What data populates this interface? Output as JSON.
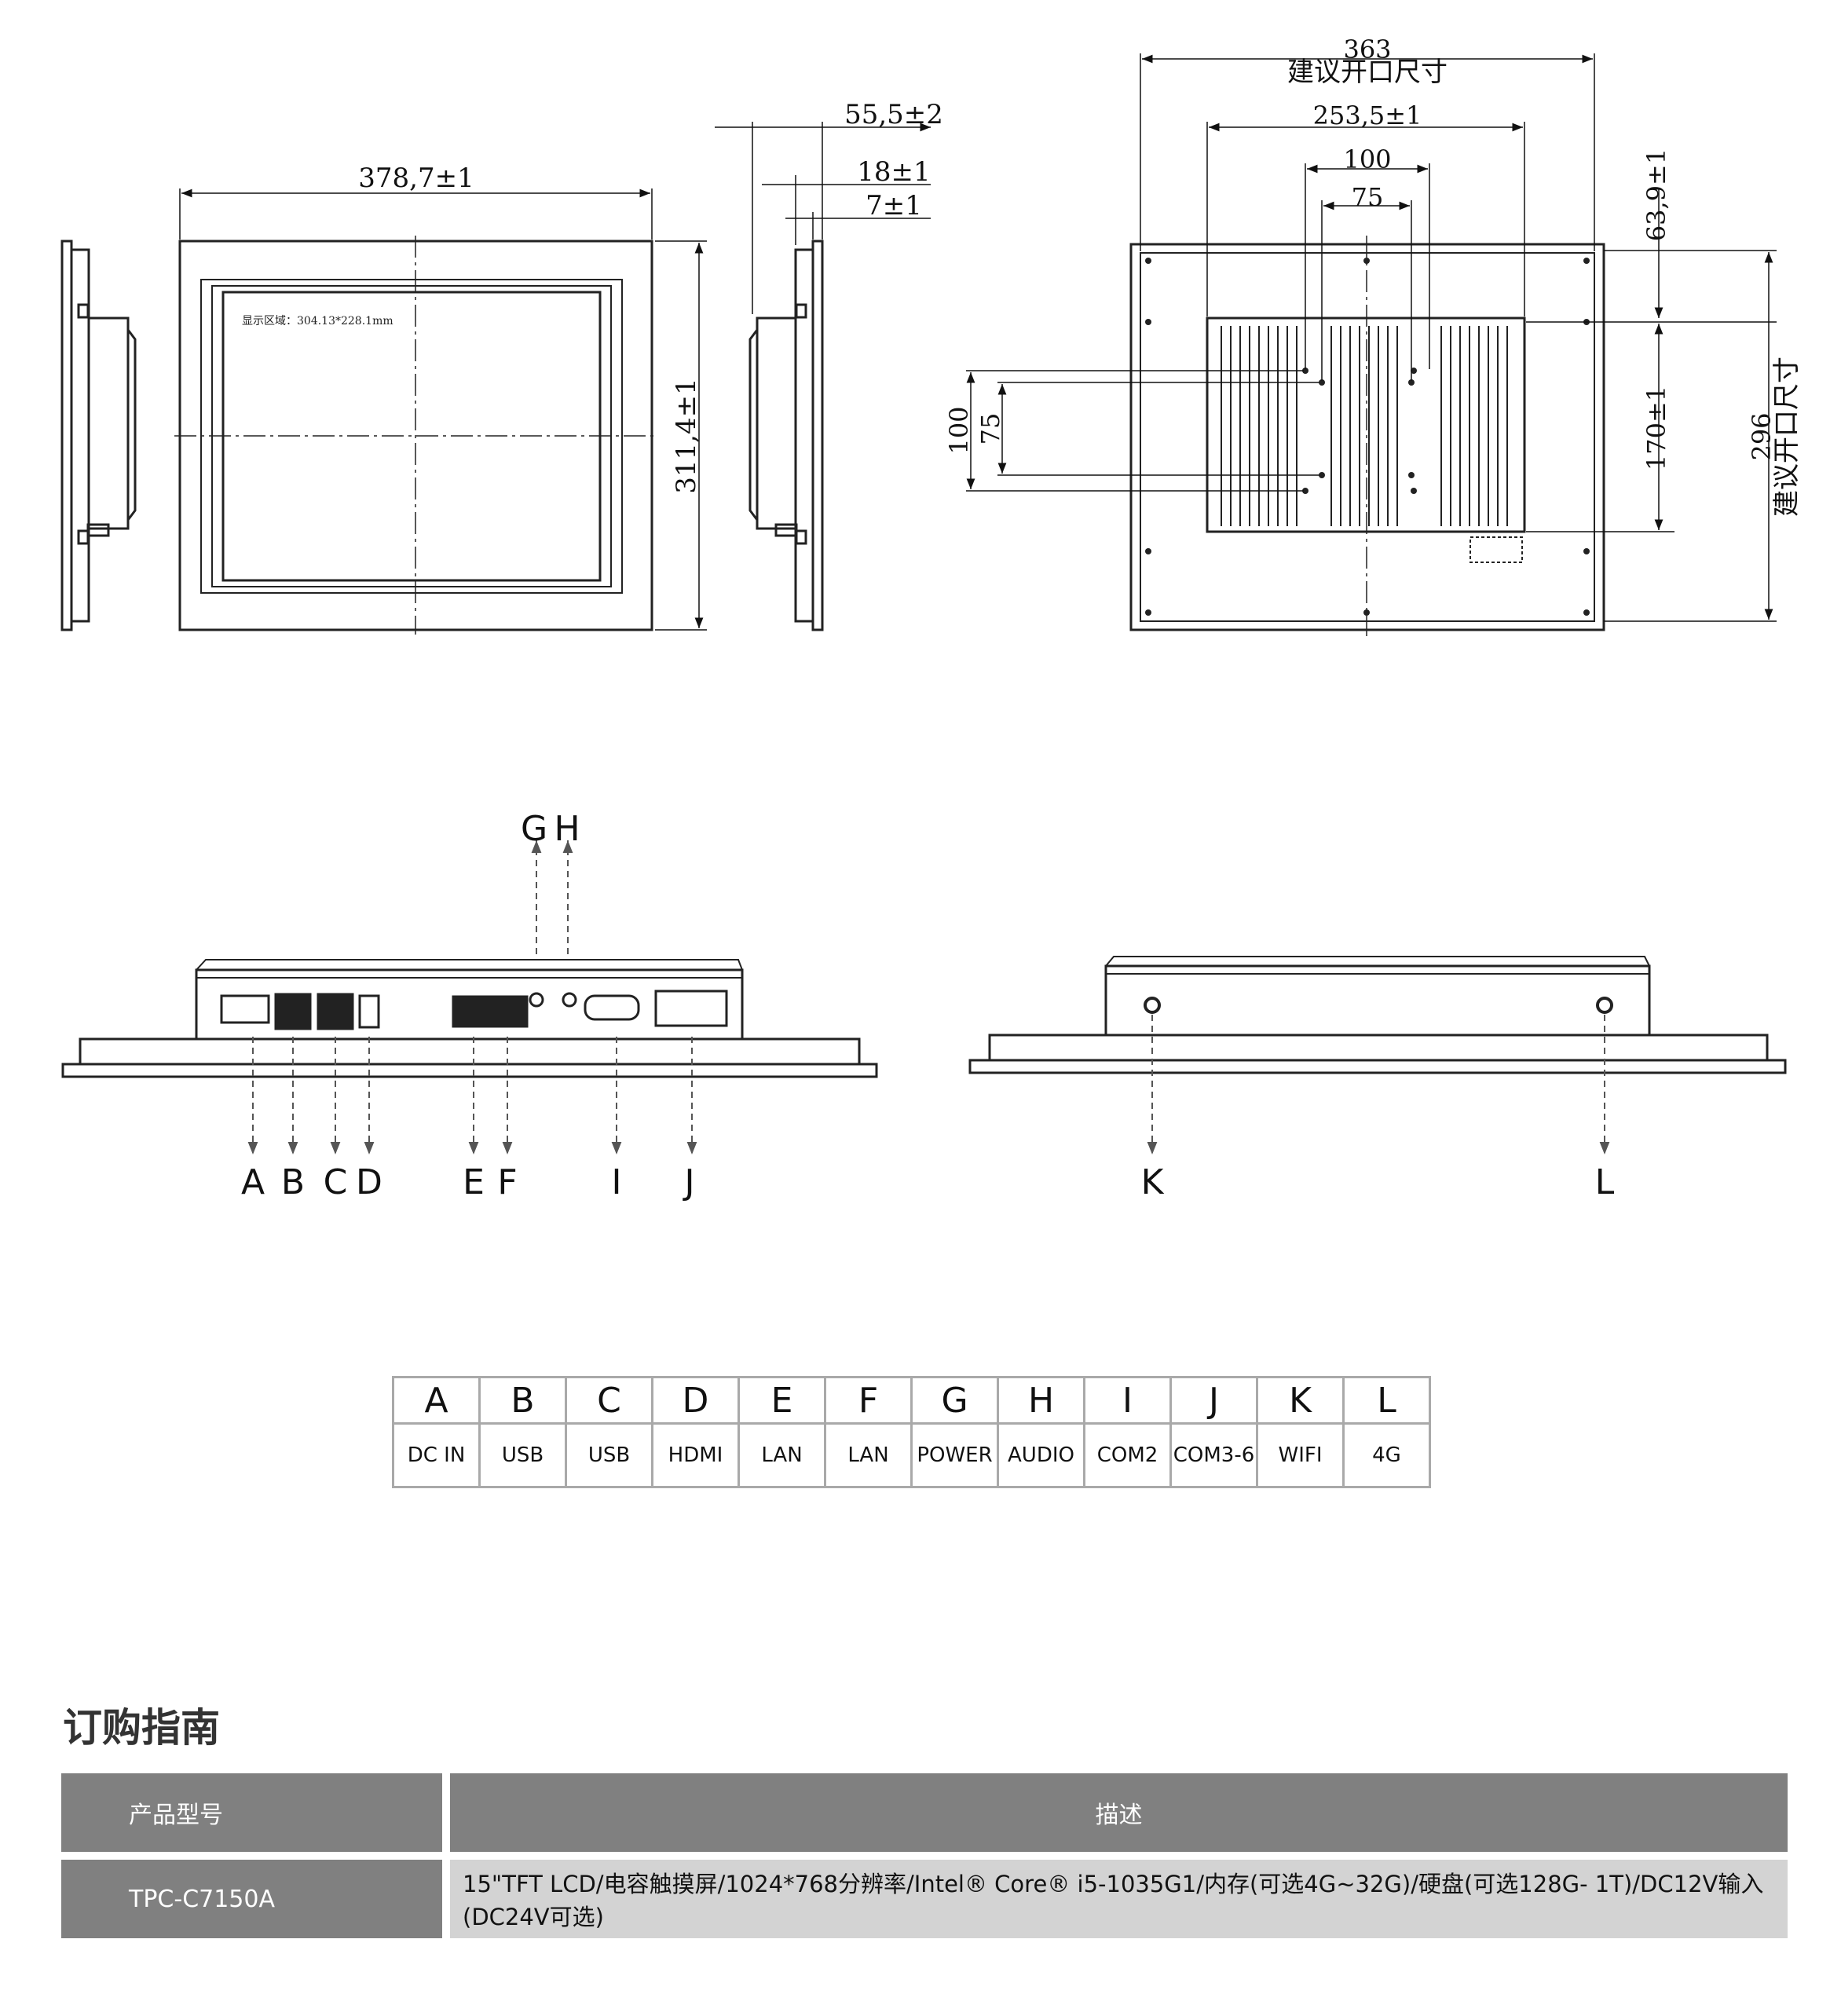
{
  "dimensions": {
    "front_width": "378,7±1",
    "front_height": "311,4±1",
    "display_area": "显示区域：304.13*228.1mm",
    "side_depth": "55,5±2",
    "side_18": "18±1",
    "side_7": "7±1",
    "cutout_width": "363",
    "cutout_label": "建议开口尺寸",
    "rear_253": "253,5±1",
    "vesa_100_h": "100",
    "vesa_75_h": "75",
    "rear_63": "63,9±1",
    "vesa_100_v": "100",
    "vesa_75_v": "75",
    "rear_170": "170±1",
    "cutout_height": "296",
    "cutout_label_v": "建议开口尺寸"
  },
  "port_letters": {
    "G": "G",
    "H": "H",
    "A": "A",
    "B": "B",
    "C": "C",
    "D": "D",
    "E": "E",
    "F": "F",
    "I": "I",
    "J": "J",
    "K": "K",
    "L": "L"
  },
  "port_table": {
    "codes": [
      "A",
      "B",
      "C",
      "D",
      "E",
      "F",
      "G",
      "H",
      "I",
      "J",
      "K",
      "L"
    ],
    "functions": [
      "DC IN",
      "USB",
      "USB",
      "HDMI",
      "LAN",
      "LAN",
      "POWER",
      "AUDIO",
      "COM2",
      "COM3-6",
      "WIFI",
      "4G"
    ]
  },
  "ordering": {
    "title": "订购指南",
    "header_model": "产品型号",
    "header_desc": "描述",
    "model": "TPC-C7150A",
    "description": "15\"TFT LCD/电容触摸屏/1024*768分辨率/Intel® Core® i5-1035G1/内存(可选4G~32G)/硬盘(可选128G- 1T)/DC12V输入(DC24V可选)"
  }
}
